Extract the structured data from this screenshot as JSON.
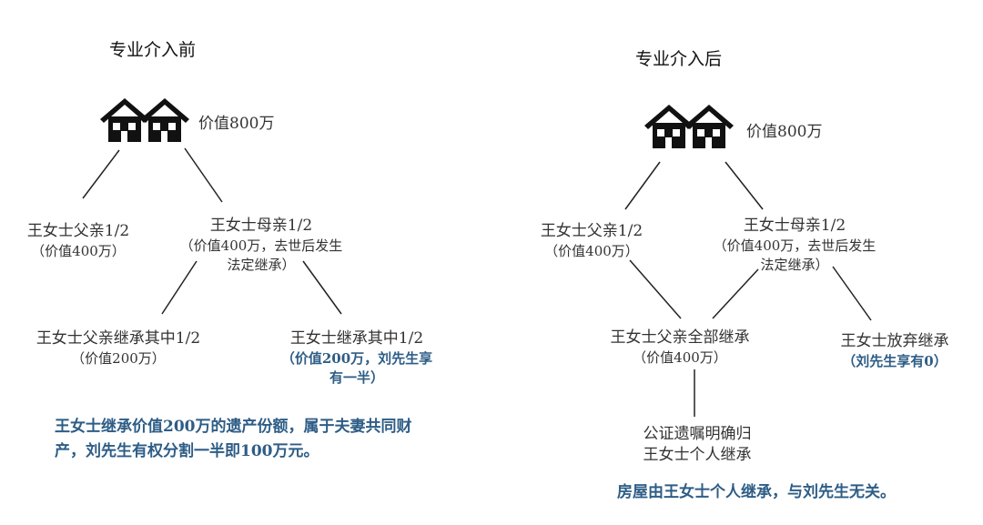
{
  "left": {
    "title": "专业介入前",
    "house_value": "价值800万",
    "father_label": "王女士父亲1/2",
    "father_value": "（价值400万）",
    "mother_label": "王女士母亲1/2",
    "mother_value": "（价值400万，去世后发生",
    "mother_value_2": "法定继承）",
    "father_inherit_label": "王女士父亲继承其中1/2",
    "father_inherit_value": "（价值200万）",
    "wang_inherit_label": "王女士继承其中1/2",
    "wang_inherit_value": "（价值200万，刘先生享",
    "wang_inherit_value_2": "有一半）",
    "note": "王女士继承价值200万的遗产份额，属于夫妻共同财产，刘先生有权分割一半即100万元。"
  },
  "right": {
    "title": "专业介入后",
    "house_value": "价值800万",
    "father_label": "王女士父亲1/2",
    "father_value": "（价值400万）",
    "mother_label": "王女士母亲1/2",
    "mother_value": "（价值400万，去世后发生",
    "mother_value_2": "法定继承）",
    "father_all_label": "王女士父亲全部继承",
    "father_all_value": "（价值400万）",
    "wang_waive_label": "王女士放弃继承",
    "wang_waive_value": "（刘先生享有0）",
    "will_line1": "公证遗嘱明确归",
    "will_line2": "王女士个人继承",
    "note": "房屋由王女士个人继承，与刘先生无关。"
  },
  "colors": {
    "accent": "#2e5d86",
    "text": "#333333",
    "line": "#222222"
  },
  "icons": [
    "house-icon"
  ]
}
